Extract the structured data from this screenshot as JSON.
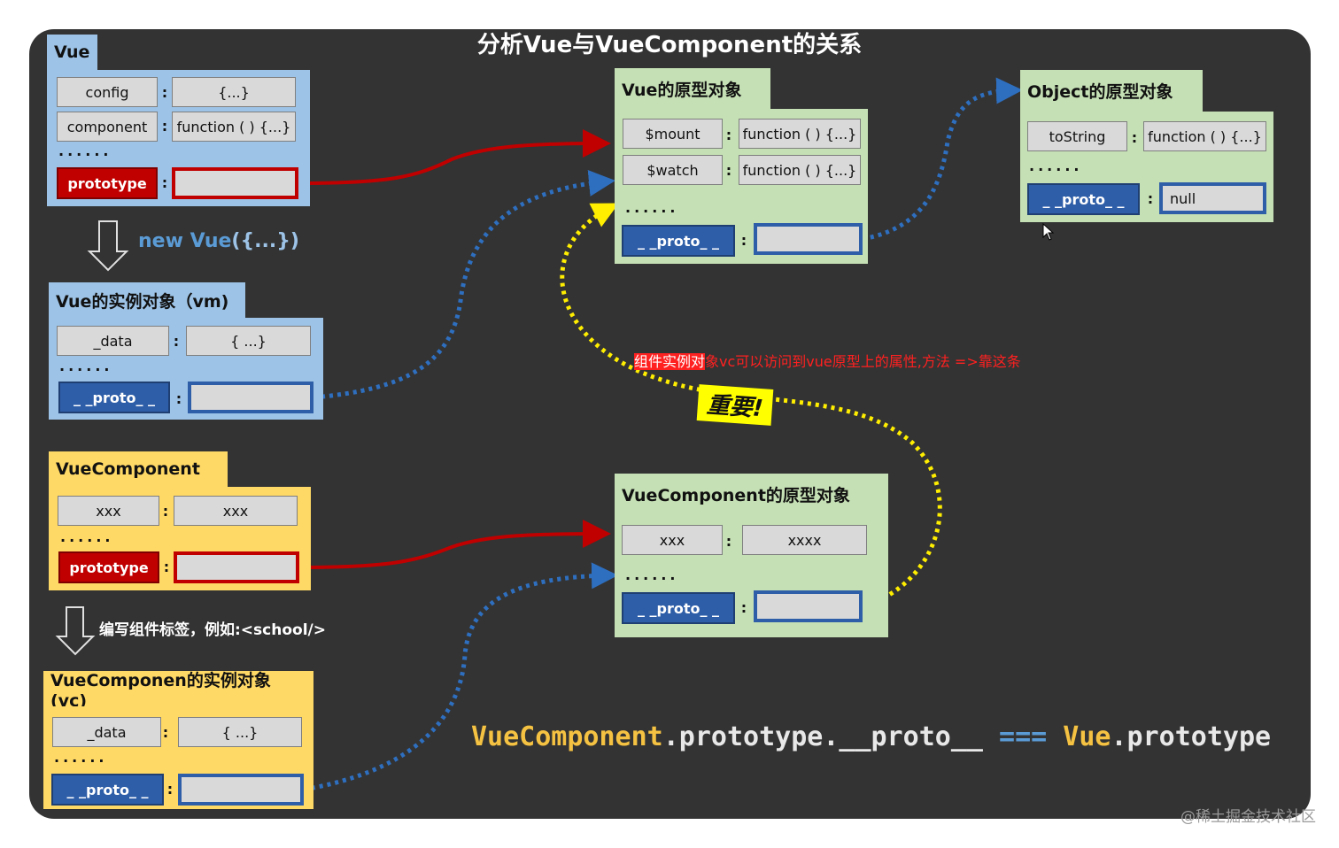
{
  "title": "分析Vue与VueComponent的关系",
  "vue": {
    "tab": "Vue",
    "rows": [
      {
        "key": "config",
        "value": "{...}"
      },
      {
        "key": "component",
        "value": "function ( ) {...}"
      }
    ],
    "dots": "......",
    "prototype_label": "prototype"
  },
  "new_vue": {
    "prefix": "new ",
    "name": "Vue",
    "suffix": "({...})"
  },
  "vm": {
    "tab": "Vue的实例对象（vm)",
    "rows": [
      {
        "key": "_data",
        "value": "{ ...}"
      }
    ],
    "dots": "......",
    "proto_label": "_ _proto_ _"
  },
  "vc_ctor": {
    "tab": "VueComponent",
    "rows": [
      {
        "key": "xxx",
        "value": "xxx"
      }
    ],
    "dots": "......",
    "prototype_label": "prototype"
  },
  "write_tag": "编写组件标签，例如:<school/>",
  "vc": {
    "tab": "VueComponen的实例对象(vc)",
    "rows": [
      {
        "key": "_data",
        "value": "{ ...}"
      }
    ],
    "dots": "......",
    "proto_label": "_ _proto_ _"
  },
  "vue_proto": {
    "tab": "Vue的原型对象",
    "rows": [
      {
        "key": "$mount",
        "value": "function ( ) {...}"
      },
      {
        "key": "$watch",
        "value": "function ( ) {...}"
      }
    ],
    "dots": "......",
    "proto_label": "_ _proto_ _"
  },
  "object_proto": {
    "tab": "Object的原型对象",
    "rows": [
      {
        "key": "toString",
        "value": "function ( ) {...}"
      }
    ],
    "dots": "......",
    "proto_label": "_ _proto_ _",
    "proto_value": "null"
  },
  "vc_proto": {
    "tab": "VueComponent的原型对象",
    "rows": [
      {
        "key": "xxx",
        "value": "xxxx"
      }
    ],
    "dots": "......",
    "proto_label": "_ _proto_ _"
  },
  "important": "重要!",
  "note": {
    "highlight": "组件实例对",
    "rest": "象vc可以访问到vue原型上的属性,方法 =>靠这条"
  },
  "formula": {
    "p1": "VueComponent",
    "p2": ".prototype.__proto__ ",
    "p3": "===",
    "p4": " Vue",
    "p5": ".prototype"
  },
  "watermark": "@稀土掘金技术社区",
  "colors": {
    "board": "#333333",
    "blue_panel": "#9dc3e6",
    "green_panel": "#c5e0b4",
    "yellow_panel": "#ffd966",
    "proto_blue": "#2e5ea8",
    "prototype_red": "#c00000",
    "link_red": "#c00000",
    "link_blue": "#2e6fc0",
    "link_yellow": "#ffee00"
  }
}
